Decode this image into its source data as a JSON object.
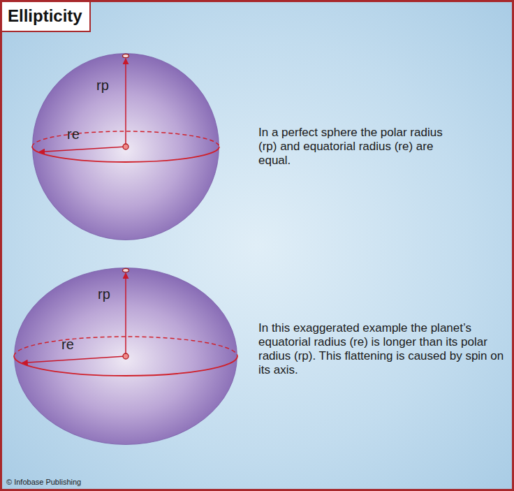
{
  "diagram": {
    "title": "Ellipticity",
    "nodes": [
      {
        "text": [
          "rp",
          "re"
        ]
      },
      {
        "text": [
          "rp",
          "re"
        ]
      }
    ],
    "labels": [
      "In a perfect sphere the polar radius (rp) and equatorial radius (re) are equal.",
      "In this exaggerated example the planet’s equatorial radius (re) is longer than its polar radius (rp). This flattening is caused by spin on its axis.",
      "© Infobase Publishing"
    ]
  }
}
